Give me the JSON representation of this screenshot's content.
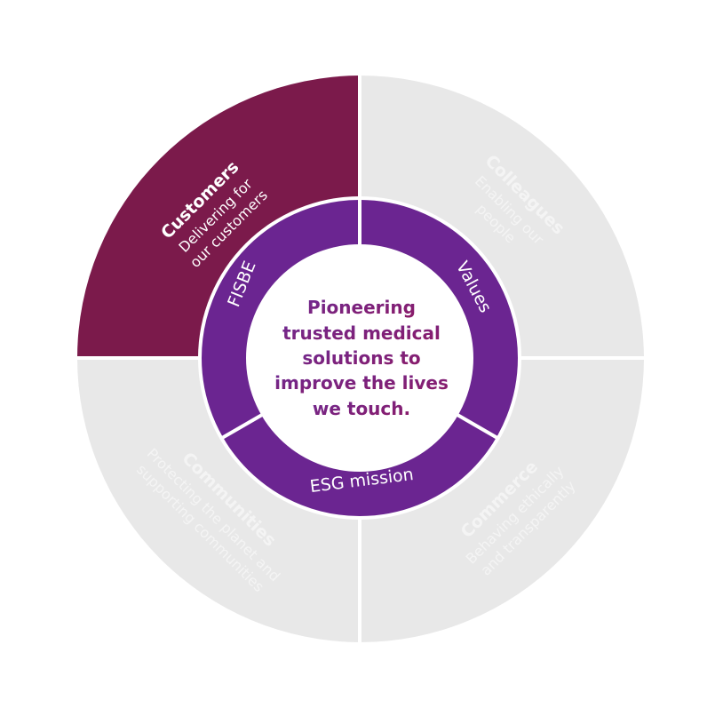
{
  "colors": {
    "customers": "#7b1a4b",
    "grey_quadrant": "#e8e8e8",
    "ring": "#6b2591",
    "core_text_start": "#6e2a92",
    "core_text_end": "#8c1a66"
  },
  "quadrants": {
    "customers": {
      "title": "Customers",
      "lines": [
        "Delivering for",
        "our customers"
      ]
    },
    "colleagues": {
      "title": "Colleagues",
      "lines": [
        "Enabling our",
        "people"
      ]
    },
    "communities": {
      "title": "Communities",
      "lines": [
        "Protecting the planet and",
        "supporting communities"
      ]
    },
    "commerce": {
      "title": "Commerce",
      "lines": [
        "Behaving ethically",
        "and transparently"
      ]
    }
  },
  "ring": {
    "fisbe": "FISBE",
    "values": "Values",
    "esg": "ESG mission"
  },
  "core": {
    "lines": [
      "Pioneering",
      "trusted medical",
      "solutions to",
      "improve the lives",
      "we touch."
    ]
  }
}
